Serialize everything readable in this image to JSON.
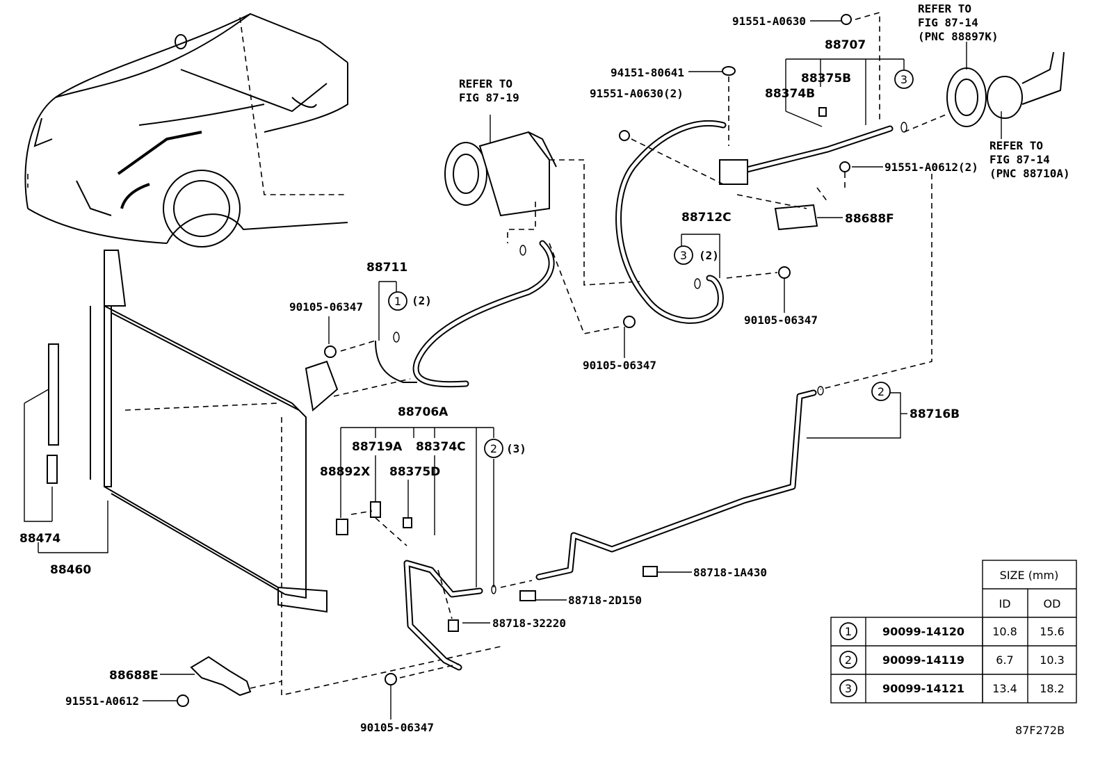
{
  "labels": {
    "p91551_A0630": "91551-A0630",
    "p88707": "88707",
    "p88375B": "88375B",
    "p88374B": "88374B",
    "p94151_80641": "94151-80641",
    "p91551_A0630_2": "91551-A0630(2)",
    "p91551_A0612_2": "91551-A0612(2)",
    "p88688F": "88688F",
    "p88712C": "88712C",
    "p88712C_qty": "(2)",
    "p90105_06347_a": "90105-06347",
    "p90105_06347_b": "90105-06347",
    "p90105_06347_c": "90105-06347",
    "p90105_06347_d": "90105-06347",
    "p88711": "88711",
    "p88711_qty": "(2)",
    "p88706A": "88706A",
    "p88719A": "88719A",
    "p88374C": "88374C",
    "p88706A_qty": "(3)",
    "p88892X": "88892X",
    "p88375D": "88375D",
    "p88716B": "88716B",
    "p88718_1A430": "88718-1A430",
    "p88718_2D150": "88718-2D150",
    "p88718_32220": "88718-32220",
    "p88688E": "88688E",
    "p91551_A0612": "91551-A0612",
    "p88474": "88474",
    "p88460": "88460",
    "ref_fig_87_19_l1": "REFER TO",
    "ref_fig_87_19_l2": "FIG 87-19",
    "ref_top_l1": "REFER TO",
    "ref_top_l2": "FIG 87-14",
    "ref_top_l3": "(PNC 88897K)",
    "ref_right_l1": "REFER TO",
    "ref_right_l2": "FIG 87-14",
    "ref_right_l3": "(PNC 88710A)",
    "figure_code": "87F272B"
  },
  "circle_refs": {
    "c1": "1",
    "c2": "2",
    "c3": "3"
  },
  "size_table": {
    "header": "SIZE (mm)",
    "col_id": "ID",
    "col_od": "OD",
    "rows": [
      {
        "ref": "1",
        "part": "90099-14120",
        "id": "10.8",
        "od": "15.6"
      },
      {
        "ref": "2",
        "part": "90099-14119",
        "id": "6.7",
        "od": "10.3"
      },
      {
        "ref": "3",
        "part": "90099-14121",
        "id": "13.4",
        "od": "18.2"
      }
    ]
  }
}
